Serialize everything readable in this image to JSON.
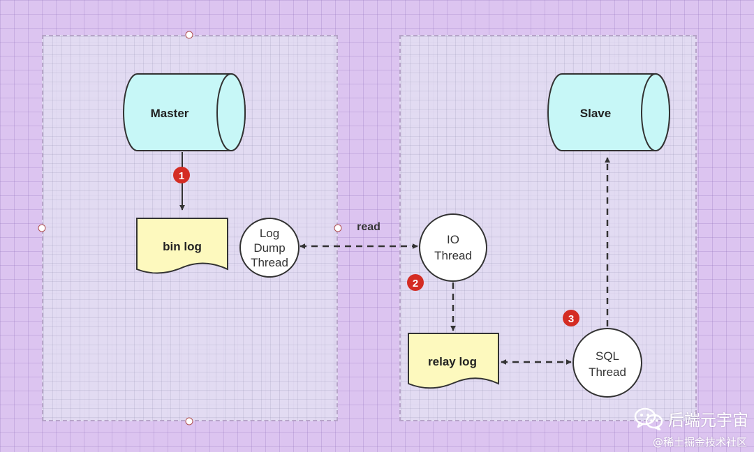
{
  "nodes": {
    "master": "Master",
    "slave": "Slave",
    "bin_log": "bin log",
    "relay_log": "relay log",
    "log_dump_thread": [
      "Log",
      "Dump",
      "Thread"
    ],
    "io_thread": [
      "IO",
      "Thread"
    ],
    "sql_thread": [
      "SQL",
      "Thread"
    ]
  },
  "edges": {
    "read_label": "read"
  },
  "steps": [
    "1",
    "2",
    "3"
  ],
  "watermark": {
    "main": "后端元宇宙",
    "sub": "@稀土掘金技术社区"
  },
  "icons": {
    "watermark": "wechat-icon"
  },
  "colors": {
    "database_fill": "#c7f7f7",
    "log_fill": "#fdf9be",
    "thread_fill": "#ffffff",
    "step_badge": "#d42c23",
    "edge": "#333333"
  }
}
